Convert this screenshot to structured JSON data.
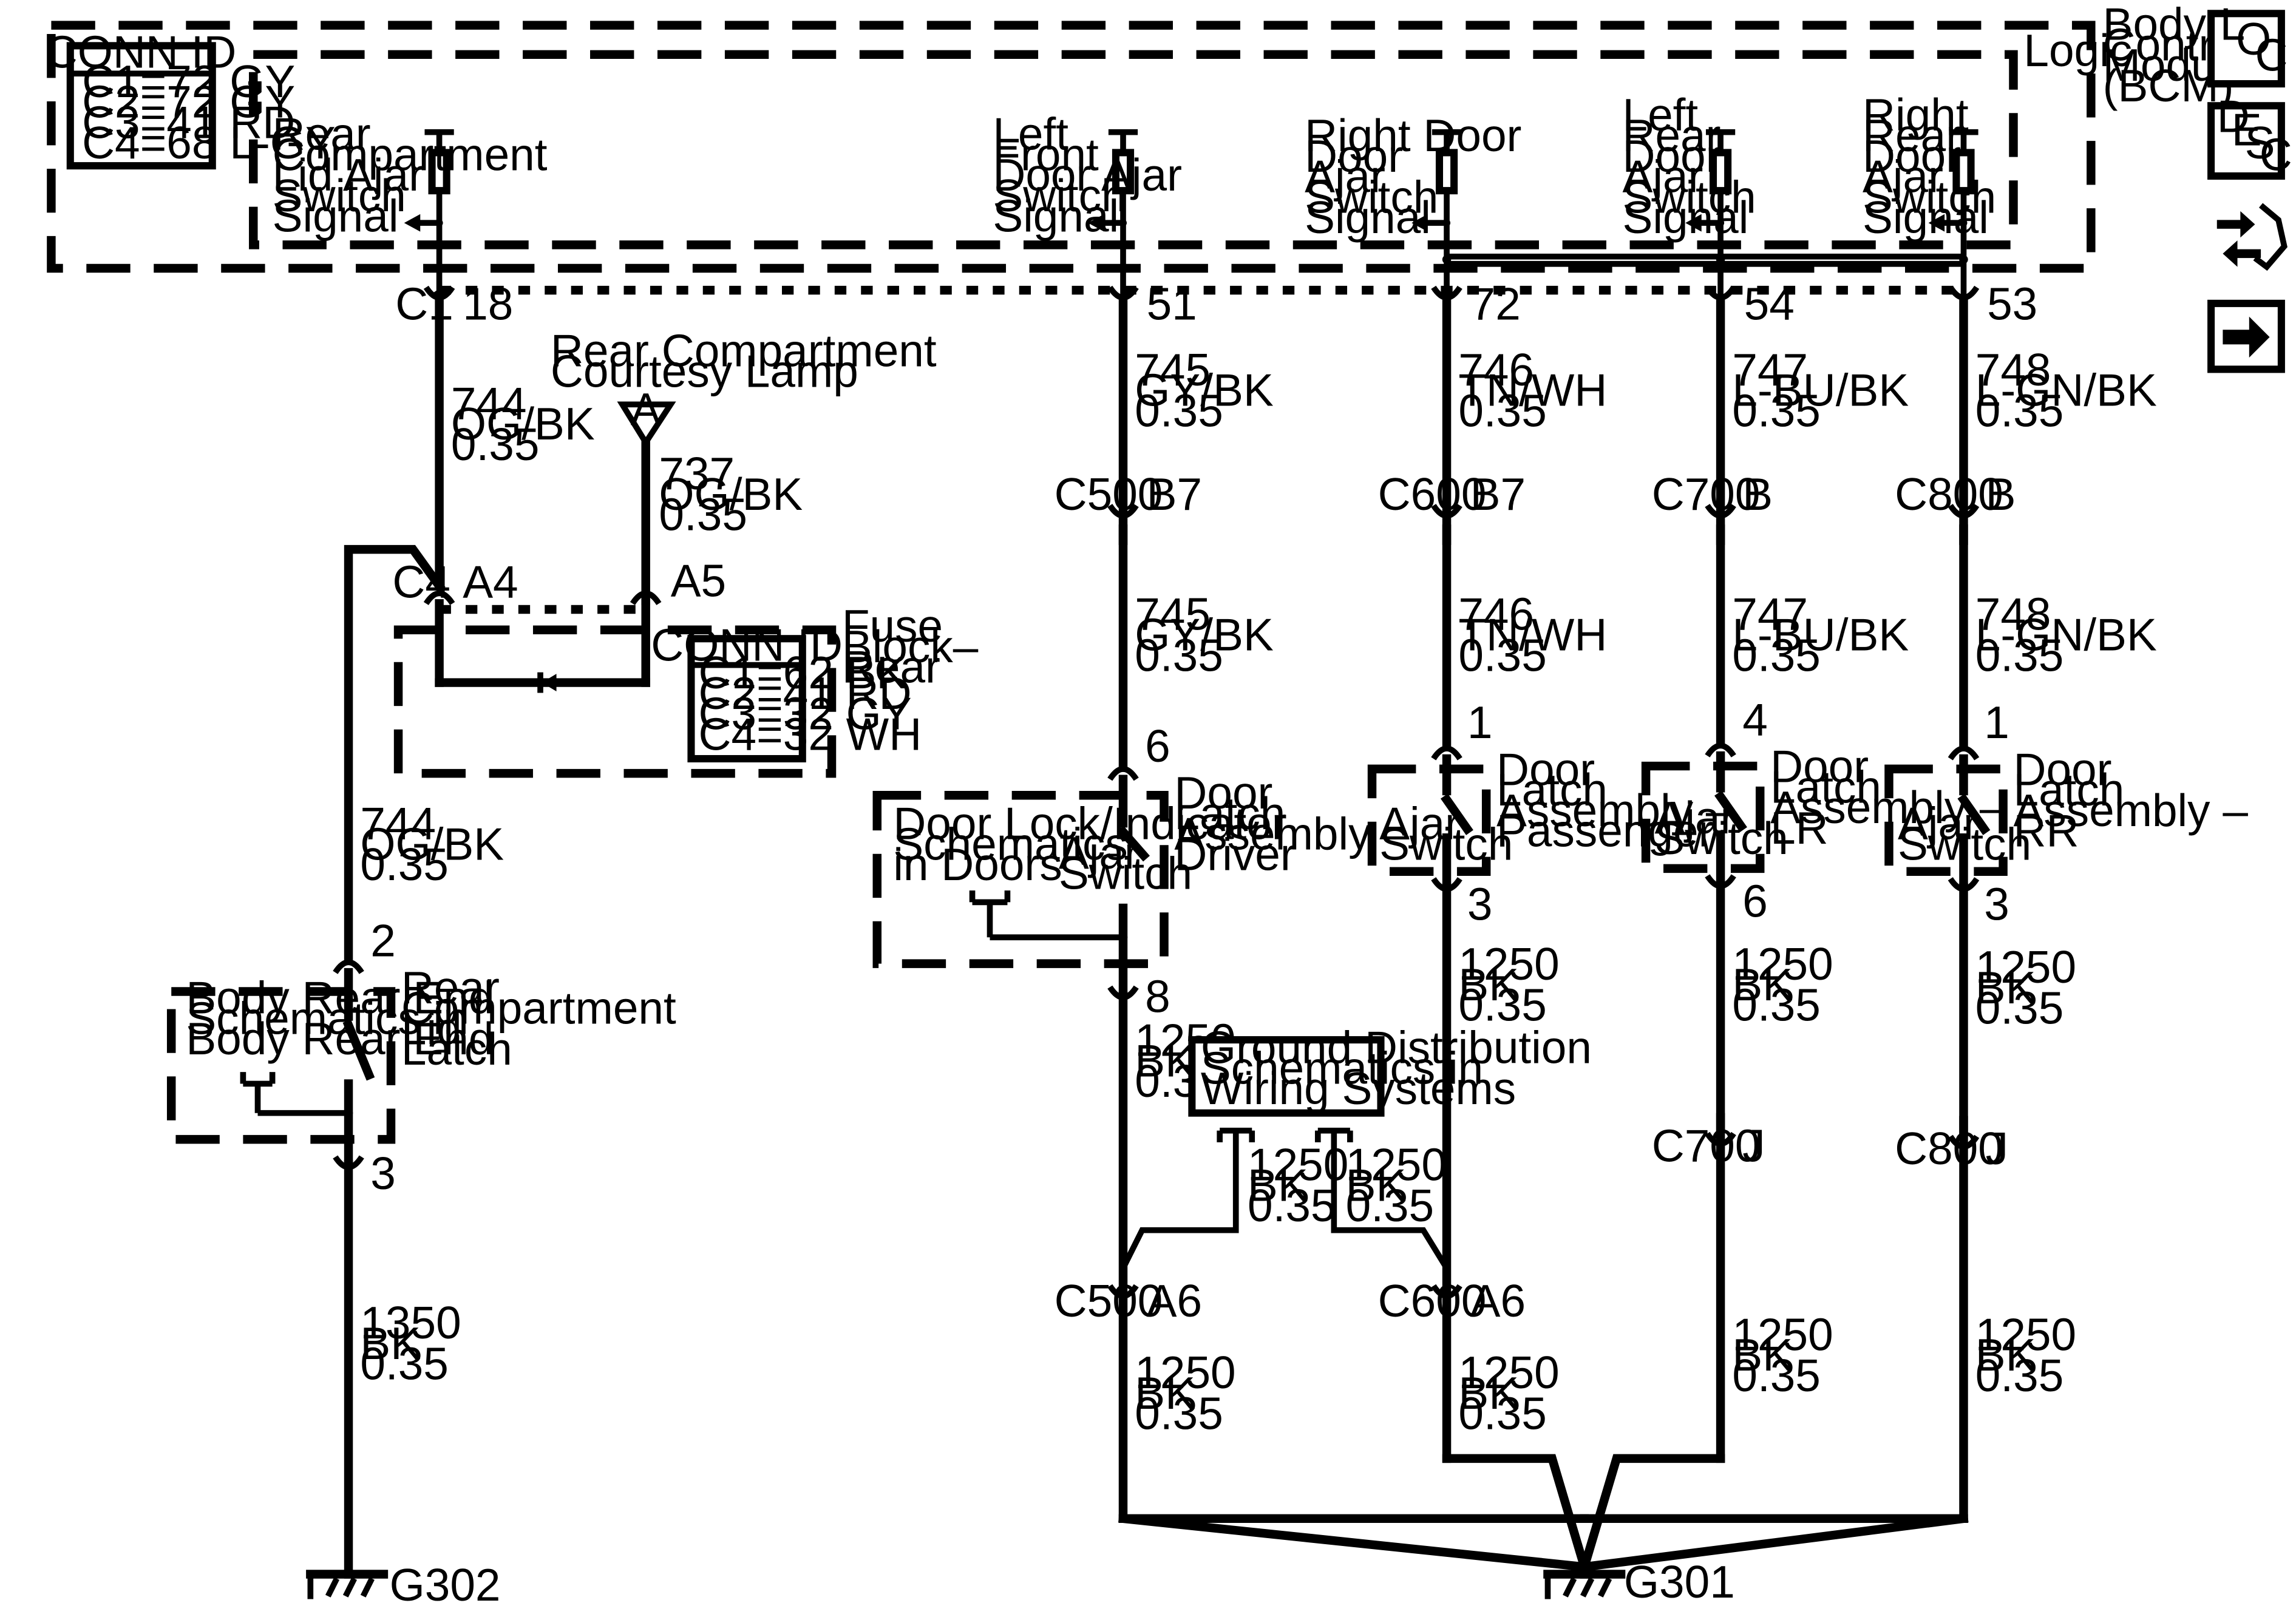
{
  "bcm": {
    "title": [
      "Body",
      "Control",
      "Module",
      "(BCM)"
    ],
    "logic": "Logic",
    "conn_id": {
      "title": "CONN ID",
      "rows": [
        "C1=72 GY",
        "C2=72 GY",
        "C3=41 RD",
        "C4=68 L-GY"
      ]
    },
    "connector": "C1",
    "signals": [
      {
        "lines": [
          "Rear",
          "Compartment",
          "Lid Ajar",
          "Switch",
          "Signal"
        ],
        "pin": "18"
      },
      {
        "lines": [
          "Left",
          "Front",
          "Door Ajar",
          "Switch",
          "Signal"
        ],
        "pin": "51"
      },
      {
        "lines": [
          "Right Door",
          "Door",
          "Ajar",
          "Switch",
          "Signal"
        ],
        "pin": "72"
      },
      {
        "lines": [
          "Left",
          "Rear",
          "Door",
          "Ajar",
          "Switch",
          "Signal"
        ],
        "pin": "54"
      },
      {
        "lines": [
          "Right",
          "Rear",
          "Door",
          "Ajar",
          "Switch",
          "Signal"
        ],
        "pin": "53"
      }
    ]
  },
  "side_icons": {
    "loc": [
      "L",
      "O",
      "C"
    ],
    "desc": [
      "D",
      "E",
      "S",
      "C"
    ]
  },
  "wires": {
    "w744": [
      "744",
      "OG/BK",
      "0.35"
    ],
    "w737": [
      "737",
      "OG/BK",
      "0.35"
    ],
    "w745": [
      "745",
      "GY/BK",
      "0.35"
    ],
    "w746": [
      "746",
      "TN/WH",
      "0.35"
    ],
    "w747": [
      "747",
      "L-BU/BK",
      "0.35"
    ],
    "w748": [
      "748",
      "L-GN/BK",
      "0.35"
    ],
    "w1250": [
      "1250",
      "BK",
      "0.35"
    ],
    "w1350": [
      "1350",
      "BK",
      "0.35"
    ]
  },
  "courtesy_lamp": {
    "lines": [
      "Rear Compartment",
      "Courtesy Lamp"
    ],
    "symbol": "A"
  },
  "fuse_block": {
    "title": [
      "Fuse",
      "Block–",
      "Rear"
    ],
    "connector": "C4",
    "pin_a4": "A4",
    "pin_a5": "A5",
    "conn_id": {
      "title": "CONN ID",
      "rows": [
        "C1=62 BK",
        "C2=41 RD",
        "C3=32 GY",
        "C4=32 WH"
      ]
    }
  },
  "connectors": {
    "c500": "C500",
    "c600": "C600",
    "c700": "C700",
    "c800": "C800",
    "b7": "B7",
    "b": "B",
    "a6": "A6",
    "j": "J"
  },
  "pins": {
    "p1": "1",
    "p2": "2",
    "p3": "3",
    "p4": "4",
    "p6": "6",
    "p8": "8"
  },
  "ajar_switch": [
    "Ajar",
    "Switch"
  ],
  "lid_latch": {
    "title": [
      "Rear",
      "Compartment",
      "Lid",
      "Latch"
    ],
    "ref": [
      "Body Rear End",
      "Schematics in",
      "Body Rear End"
    ]
  },
  "driver_latch": {
    "title": [
      "Door",
      "Latch",
      "Assembly –",
      "Driver"
    ],
    "ref": [
      "Door Lock/Indicator",
      "Schematics",
      "in Doors"
    ]
  },
  "passenger_latch": {
    "title": [
      "Door",
      "Latch",
      "Assembly –",
      "Passenger"
    ]
  },
  "lr_latch": {
    "title": [
      "Door",
      "Latch",
      "Assembly –",
      "LR"
    ]
  },
  "rr_latch": {
    "title": [
      "Door",
      "Latch",
      "Assembly –",
      "RR"
    ]
  },
  "ground_ref": {
    "lines": [
      "Ground Distribution",
      "Schematics in",
      "Wiring Systems"
    ]
  },
  "grounds": {
    "g301": "G301",
    "g302": "G302"
  }
}
